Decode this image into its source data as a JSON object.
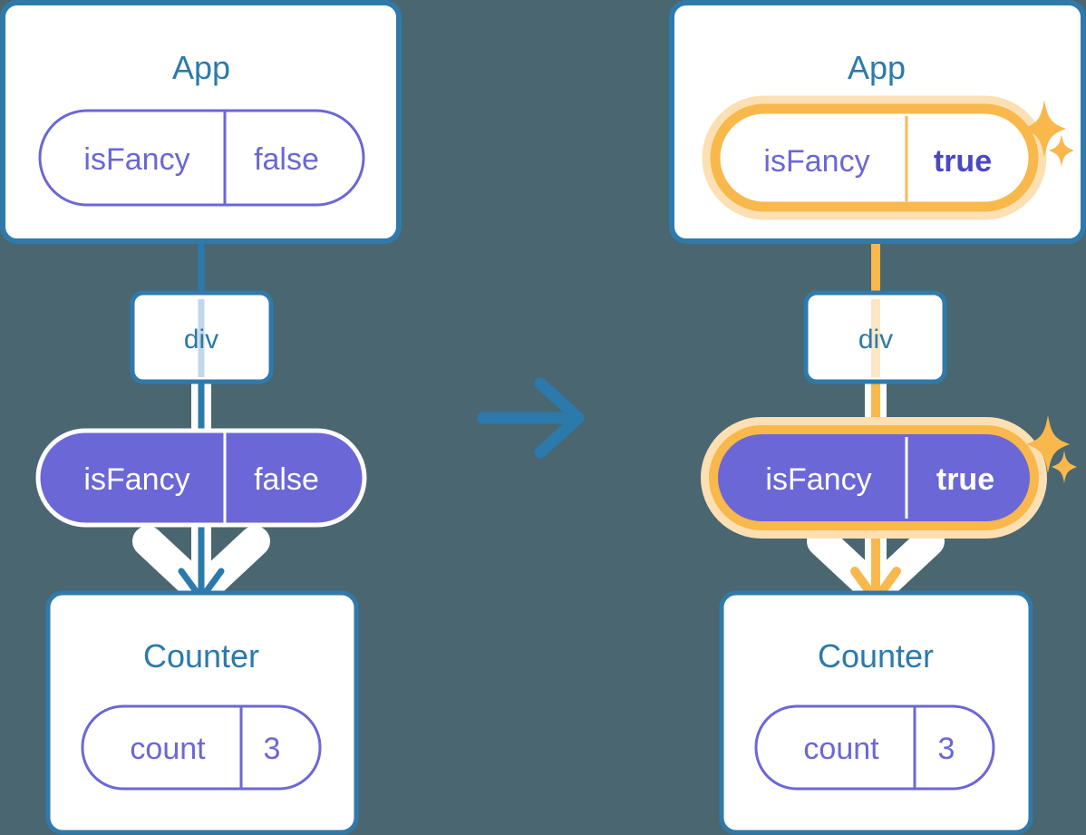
{
  "meta": {
    "background_color": "#4a6670",
    "box_border_color": "#2f7aab",
    "box_fill_color": "#ffffff",
    "pill_outline_color": "#6b67d6",
    "pill_fill_color": "#6b67d6",
    "highlight_color": "#f9b84c",
    "highlight_halo_color": "#fce0b3",
    "arrow_blue_color": "#2b7aab",
    "arrow_orange_color": "#f9b84c",
    "text_blue_color": "#2b7aab",
    "text_purple_color": "#6b67d6",
    "text_white_color": "#ffffff"
  },
  "left_tree": {
    "app": {
      "title": "App",
      "state_pill": {
        "key": "isFancy",
        "value": "false",
        "highlighted": false,
        "style": "outline"
      }
    },
    "div_node": {
      "label": "div"
    },
    "prop_pill": {
      "key": "isFancy",
      "value": "false",
      "highlighted": false,
      "style": "filled"
    },
    "counter": {
      "title": "Counter",
      "state_pill": {
        "key": "count",
        "value": "3",
        "highlighted": false,
        "style": "outline"
      }
    }
  },
  "transition": {
    "icon": "arrow-right-icon",
    "direction": "right"
  },
  "right_tree": {
    "app": {
      "title": "App",
      "state_pill": {
        "key": "isFancy",
        "value": "true",
        "highlighted": true,
        "style": "outline",
        "sparkle": true
      }
    },
    "div_node": {
      "label": "div"
    },
    "prop_pill": {
      "key": "isFancy",
      "value": "true",
      "highlighted": true,
      "style": "filled",
      "sparkle": true
    },
    "counter": {
      "title": "Counter",
      "state_pill": {
        "key": "count",
        "value": "3",
        "highlighted": false,
        "style": "outline"
      }
    }
  }
}
